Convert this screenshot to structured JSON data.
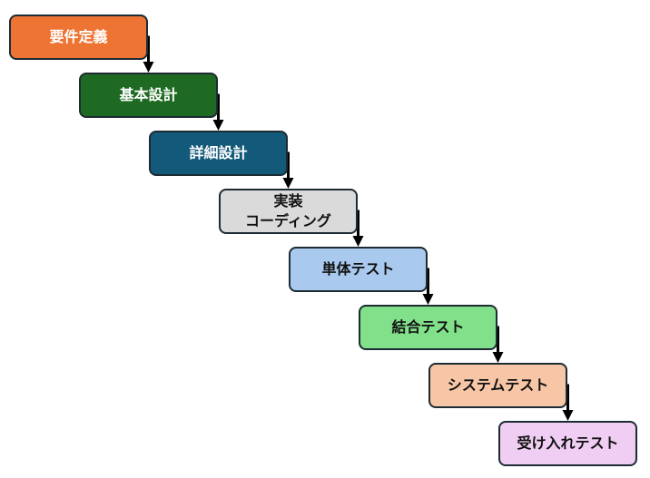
{
  "steps": [
    {
      "label": "要件定義",
      "fill": "#ED7432",
      "text_color": "#ffffff"
    },
    {
      "label": "基本設計",
      "fill": "#1E6A22",
      "text_color": "#ffffff"
    },
    {
      "label": "詳細設計",
      "fill": "#135A7A",
      "text_color": "#ffffff"
    },
    {
      "label": "実装\nコーディング",
      "fill": "#DADADA",
      "text_color": "#111111"
    },
    {
      "label": "単体テスト",
      "fill": "#A9C9EE",
      "text_color": "#111111"
    },
    {
      "label": "結合テスト",
      "fill": "#82E08B",
      "text_color": "#111111"
    },
    {
      "label": "システムテスト",
      "fill": "#F6C6A6",
      "text_color": "#111111"
    },
    {
      "label": "受け入れテスト",
      "fill": "#F0CEF3",
      "text_color": "#111111"
    }
  ],
  "connector_color": "#000000"
}
